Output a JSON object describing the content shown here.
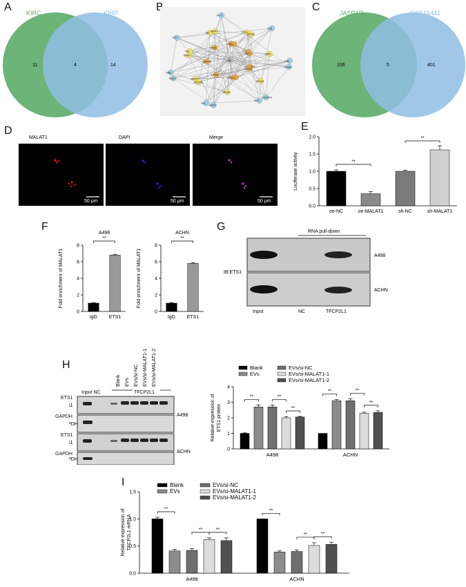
{
  "panels": {
    "A": "A",
    "B": "B",
    "C": "C",
    "D": "D",
    "E": "E",
    "F": "F",
    "G": "G",
    "H": "H",
    "I": "I"
  },
  "venn_a": {
    "left_label": "KIRC",
    "right_label": "KIRP",
    "left_only": "11",
    "both": "4",
    "right_only": "14",
    "left_color": "#5fae6b",
    "right_color": "#8fbde4"
  },
  "venn_c": {
    "left_label": "JASPAR",
    "right_label": "GSE16441",
    "left_only": "106",
    "both": "5",
    "right_only": "401"
  },
  "network": {
    "nodes": [
      "IL32",
      "RASSF5",
      "CYP4A1",
      "TNFRSF9",
      "BRAF",
      "IL2",
      "ABCB1",
      "RB1",
      "TNFSF10",
      "TRAF1",
      "ETS1",
      "AXL",
      "TFPI",
      "JUND",
      "HPGD",
      "HLTF",
      "BRCA2",
      "CDKN1B",
      "KDR",
      "MKNK1",
      "SCD5",
      "GSHB",
      "UBE2T",
      "FLG",
      "MYC",
      "VIM",
      "BAP1",
      "FN1",
      "SGPP1",
      "AURKA",
      "DMD",
      "ATF3B",
      "EGR2"
    ]
  },
  "microscopy": {
    "titles": [
      "MALAT1",
      "DAPI",
      "Merge"
    ],
    "scale_bar": "50 μm"
  },
  "chart_data": [
    {
      "type": "bar",
      "panel": "E",
      "ylabel": "Luciferase activity",
      "categories": [
        "oe-NC",
        "oe-MALAT1",
        "sh-NC",
        "sh-MALAT1"
      ],
      "values": [
        1.0,
        0.35,
        1.0,
        1.62
      ],
      "errors": [
        0.04,
        0.06,
        0.03,
        0.12
      ],
      "colors": [
        "#000000",
        "#8a8a8a",
        "#7a7a7a",
        "#cfcfcf"
      ],
      "ylim": [
        0,
        2.0
      ],
      "yticks": [
        "0.0",
        "0.5",
        "1.0",
        "1.5",
        "2.0"
      ],
      "significance": "**"
    },
    {
      "type": "bar",
      "panel": "F-A498",
      "title": "A498",
      "ylabel": "Fold enrichment of MALAT1",
      "categories": [
        "IgG",
        "ETS1"
      ],
      "values": [
        1.0,
        6.8
      ],
      "errors": [
        0.06,
        0.1
      ],
      "ylim": [
        0,
        8
      ],
      "yticks": [
        "0",
        "2",
        "4",
        "6",
        "8"
      ],
      "significance": "**"
    },
    {
      "type": "bar",
      "panel": "F-ACHN",
      "title": "ACHN",
      "ylabel": "Fold enrichment of MALAT1",
      "categories": [
        "IgG",
        "ETS1"
      ],
      "values": [
        1.0,
        5.8
      ],
      "errors": [
        0.08,
        0.1
      ],
      "ylim": [
        0,
        8
      ],
      "yticks": [
        "0",
        "2",
        "4",
        "6",
        "8"
      ],
      "significance": "**"
    },
    {
      "type": "bar",
      "panel": "H",
      "ylabel": "Relative expression of ETS1 protein",
      "groups": [
        "A498",
        "ACHN"
      ],
      "ylim": [
        0,
        4
      ],
      "yticks": [
        "0",
        "1",
        "2",
        "3",
        "4"
      ],
      "legend": [
        "Blank",
        "EVs",
        "EVs/si-NC",
        "EVs/si-MALAT1-1",
        "EVs/si-MALAT1-2"
      ],
      "colors": [
        "#000000",
        "#8c8c8c",
        "#6f6f6f",
        "#dcdcdc",
        "#505050"
      ],
      "series_values": [
        [
          1.0,
          2.7,
          2.7,
          2.0,
          2.05
        ],
        [
          1.0,
          3.1,
          3.1,
          2.3,
          2.35
        ]
      ],
      "series_errors": [
        [
          0.03,
          0.12,
          0.12,
          0.08,
          0.04
        ],
        [
          0.0,
          0.08,
          0.12,
          0.06,
          0.1
        ]
      ],
      "significance": "**"
    },
    {
      "type": "bar",
      "panel": "I",
      "ylabel": "Relative expression of TFCP2L1 mRNA",
      "groups": [
        "A498",
        "ACHN"
      ],
      "ylim": [
        0,
        1.5
      ],
      "yticks": [
        "0.0",
        "0.5",
        "1.0",
        "1.5"
      ],
      "legend": [
        "Blank",
        "EVs",
        "EVs/si-NC",
        "EVs/si-MALAT1-1",
        "EVs/si-MALAT1-2"
      ],
      "colors": [
        "#000000",
        "#8c8c8c",
        "#6f6f6f",
        "#dcdcdc",
        "#505050"
      ],
      "series_values": [
        [
          1.0,
          0.41,
          0.42,
          0.62,
          0.6
        ],
        [
          1.0,
          0.39,
          0.4,
          0.51,
          0.53
        ]
      ],
      "series_errors": [
        [
          0.03,
          0.03,
          0.03,
          0.03,
          0.05
        ],
        [
          0.0,
          0.02,
          0.03,
          0.05,
          0.04
        ]
      ],
      "significance": "**"
    }
  ],
  "blot_g": {
    "header": "RNA pull-down",
    "side_label": "IB:ETS1",
    "rows": [
      "A498",
      "ACHN"
    ],
    "lanes": [
      "Input",
      "NC",
      "TFCP2L1"
    ]
  },
  "blot_h": {
    "lane_labels": [
      "Blank",
      "EVs",
      "EVs/si-NC",
      "EVs/si-MALAT1-1",
      "EVs/si-MALAT1-2"
    ],
    "input_nc": "Input NC",
    "tfcp2l1": "TFCP2L1",
    "rows": [
      "ETS1",
      "GAPDH",
      "ETS1",
      "GAPDH"
    ],
    "right_labels": [
      "A498",
      "ACHN"
    ]
  }
}
